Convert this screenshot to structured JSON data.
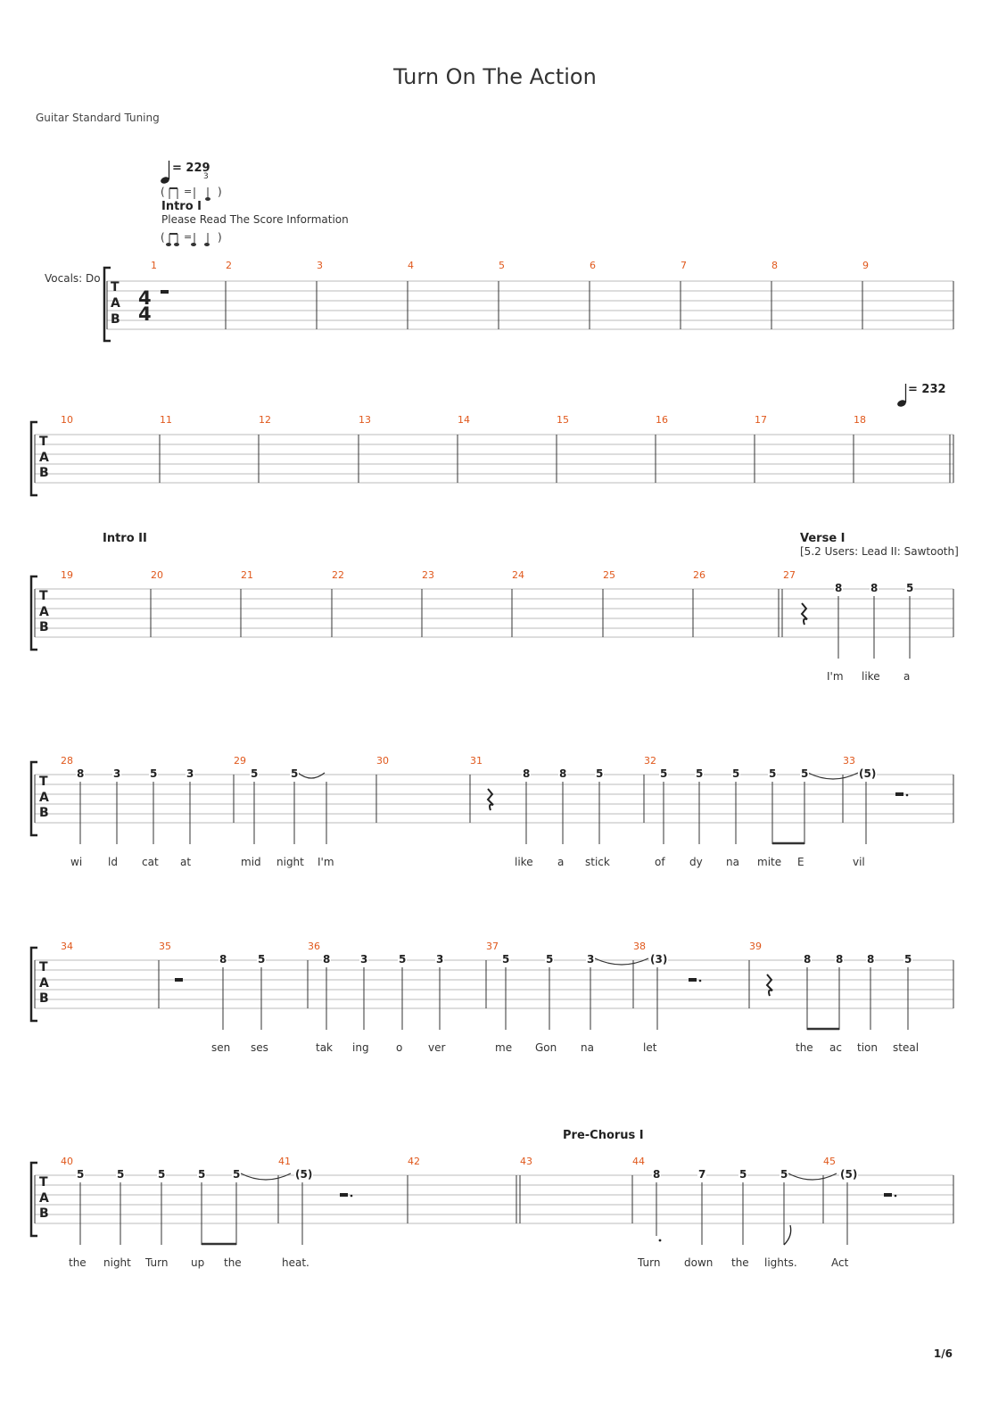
{
  "title": "Turn On The Action",
  "tuning": "Guitar Standard Tuning",
  "header": {
    "tempo1": "= 229",
    "triplet_number": "3",
    "intro1_label": "Intro I",
    "score_info": "Please Read The Score Information",
    "swing_eq": "=",
    "tempo2": "= 232",
    "vocals_label": "Vocals: Do",
    "time_signature_top": "4",
    "time_signature_bottom": "4"
  },
  "tab_letters": [
    "T",
    "A",
    "B"
  ],
  "systems": [
    {
      "measures": [
        "1",
        "2",
        "3",
        "4",
        "5",
        "6",
        "7",
        "8",
        "9"
      ],
      "sections": [],
      "notes": [],
      "lyrics": []
    },
    {
      "measures": [
        "10",
        "11",
        "12",
        "13",
        "14",
        "15",
        "16",
        "17",
        "18"
      ],
      "sections": [],
      "notes": [],
      "lyrics": []
    },
    {
      "measures": [
        "19",
        "20",
        "21",
        "22",
        "23",
        "24",
        "25",
        "26",
        "27"
      ],
      "sections": [
        "Intro II",
        "Verse I",
        "[5.2 Users: Lead II: Sawtooth]"
      ],
      "notes": [
        "8",
        "8",
        "5"
      ],
      "lyrics": [
        "I'm",
        "like",
        "a"
      ]
    },
    {
      "measures": [
        "28",
        "29",
        "30",
        "31",
        "32",
        "33"
      ],
      "sections": [],
      "notes": [
        "8",
        "3",
        "5",
        "3",
        "5",
        "5",
        "8",
        "8",
        "5",
        "5",
        "5",
        "5",
        "5",
        "5",
        "(5)"
      ],
      "lyrics": [
        "wi",
        "ld",
        "cat",
        "at",
        "mid",
        "night",
        "I'm",
        "like",
        "a",
        "stick",
        "of",
        "dy",
        "na",
        "mite",
        "E",
        "vil"
      ]
    },
    {
      "measures": [
        "34",
        "35",
        "36",
        "37",
        "38",
        "39"
      ],
      "sections": [],
      "notes": [
        "8",
        "5",
        "8",
        "3",
        "5",
        "3",
        "5",
        "5",
        "3",
        "(3)",
        "8",
        "8",
        "8",
        "5"
      ],
      "lyrics": [
        "sen",
        "ses",
        "tak",
        "ing",
        "o",
        "ver",
        "me",
        "Gon",
        "na",
        "let",
        "the",
        "ac",
        "tion",
        "steal"
      ]
    },
    {
      "measures": [
        "40",
        "41",
        "42",
        "43",
        "44",
        "45"
      ],
      "sections": [
        "Pre-Chorus I"
      ],
      "notes": [
        "5",
        "5",
        "5",
        "5",
        "5",
        "(5)",
        "8",
        "7",
        "5",
        "5",
        "(5)"
      ],
      "lyrics": [
        "the",
        "night",
        "Turn",
        "up",
        "the",
        "heat.",
        "Turn",
        "down",
        "the",
        "lights.",
        "Act"
      ]
    }
  ],
  "page_number": "1/6"
}
